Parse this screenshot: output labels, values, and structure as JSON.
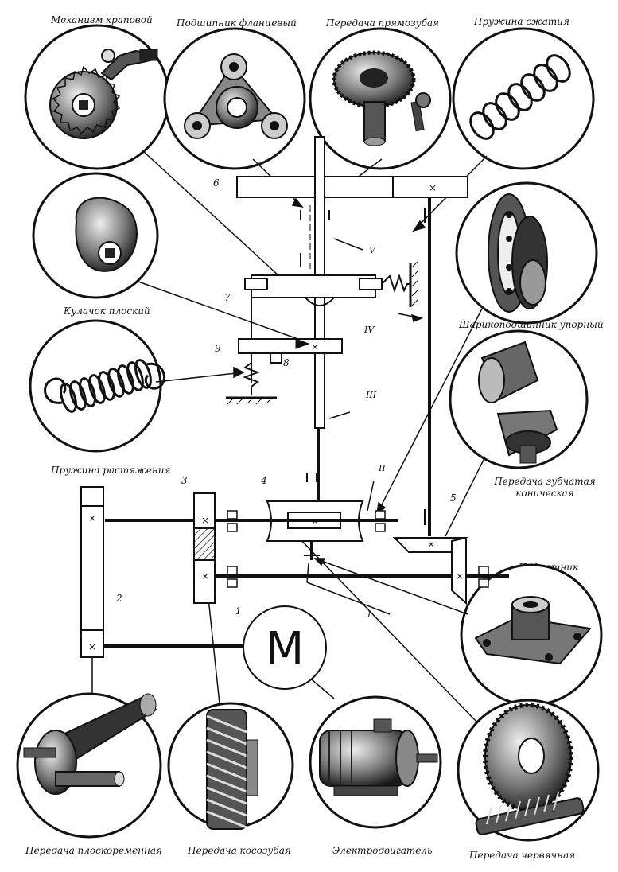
{
  "labels": {
    "ratchet": "Механизм храповой",
    "flange_bearing": "Подшипник фланцевый",
    "spur_gear": "Передача прямозубая",
    "compression_spring": "Пружина сжатия",
    "flat_cam": "Кулачок плоский",
    "thrust_ball_bearing": "Шарикоподшипник упорный",
    "tension_spring": "Пружина растяжения",
    "bevel_gear": "Передача зубчатая коническая",
    "thrust_bearing": "Подпятник",
    "flat_belt": "Передача плоскоременная",
    "helical_gear": "Передача косозубая",
    "motor": "Электродвигатель",
    "worm_gear": "Передача червячная"
  },
  "numbers": {
    "n1": "1",
    "n2": "2",
    "n3": "3",
    "n4": "4",
    "n5": "5",
    "n6": "6",
    "n7": "7",
    "n8": "8",
    "n9": "9"
  },
  "shafts": {
    "I": "I",
    "II": "II",
    "III": "III",
    "IV": "IV",
    "V": "V"
  },
  "motor_symbol": "M",
  "cross_mark": "×"
}
